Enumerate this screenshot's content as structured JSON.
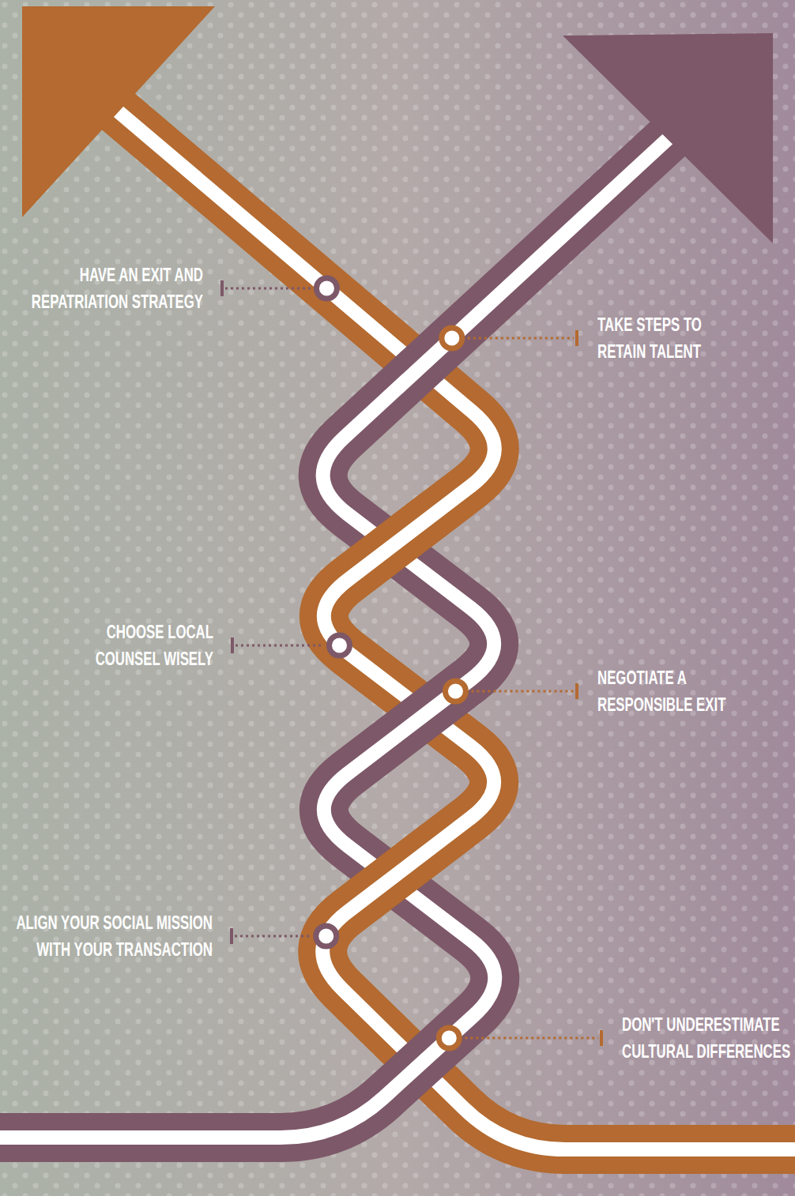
{
  "diagram": {
    "labels": [
      "HAVE AN EXIT AND REPATRIATION STRATEGY",
      "TAKE STEPS TO RETAIN TALENT",
      "CHOOSE LOCAL COUNSEL WISELY",
      "NEGOTIATE A RESPONSIBLE EXIT",
      "ALIGN YOUR SOCIAL MISSION WITH YOUR TRANSACTION",
      "DON'T UNDERESTIMATE CULTURAL DIFFERENCES"
    ]
  }
}
